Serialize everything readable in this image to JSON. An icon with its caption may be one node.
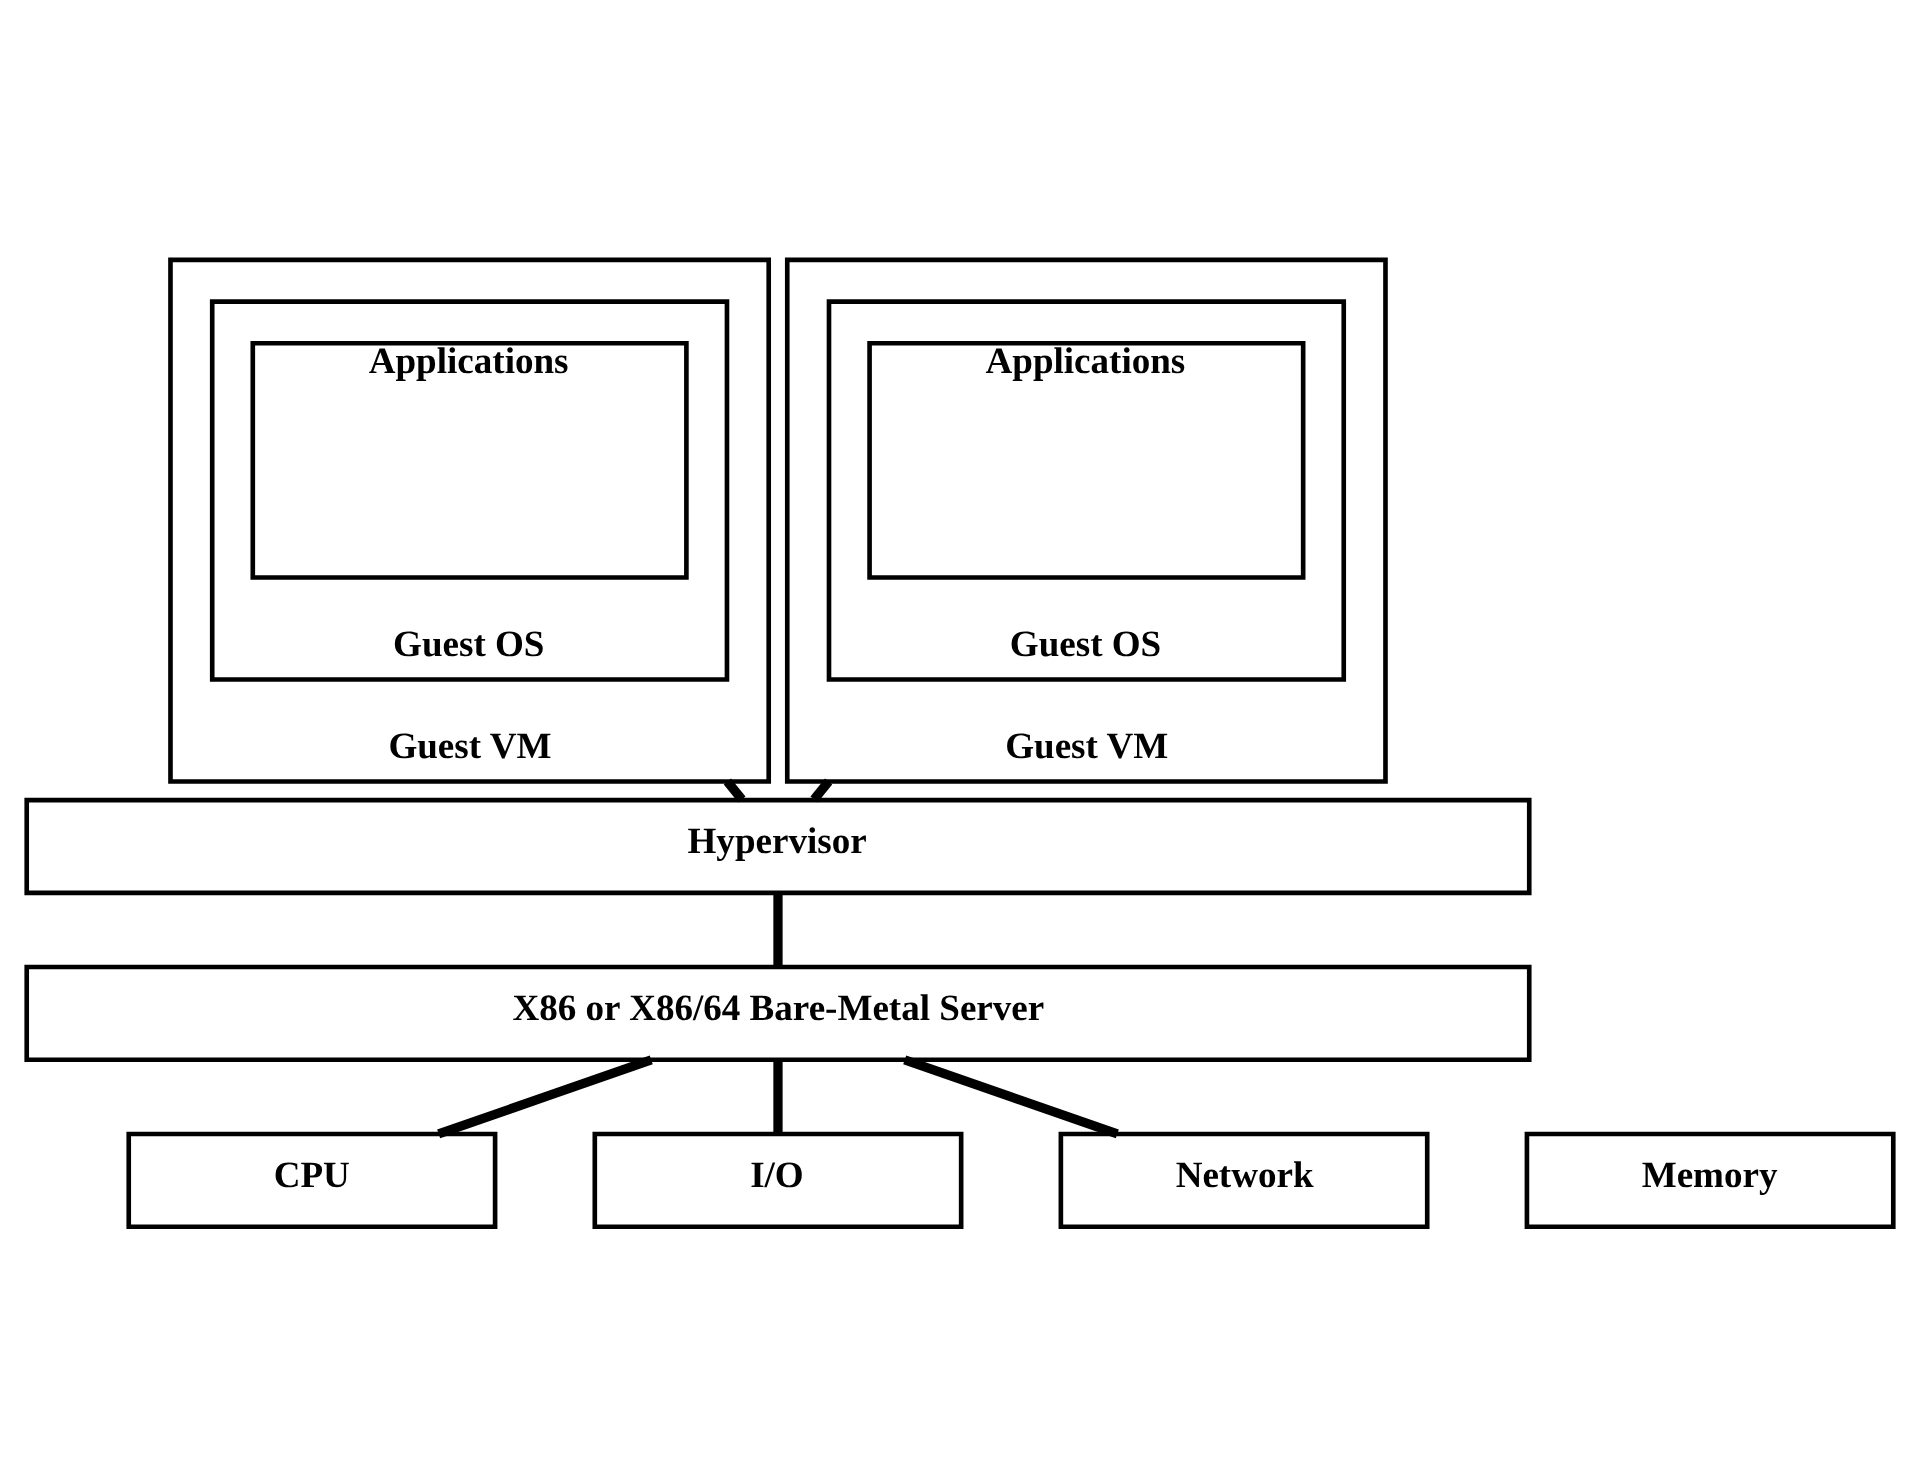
{
  "diagram": {
    "nodes": [
      {
        "text": [
          "Guest VM"
        ]
      },
      {
        "text": [
          "Guest OS"
        ],
        "in": 0
      },
      {
        "text": [
          "Applications"
        ],
        "in": 1
      },
      {
        "text": [
          "Guest VM"
        ]
      },
      {
        "text": [
          "Guest OS"
        ],
        "in": 3
      },
      {
        "text": [
          "Applications"
        ],
        "in": 4
      },
      {
        "text": [
          "Hypervisor"
        ]
      },
      {
        "text": [
          "X86 or X86/64 Bare-Metal Server"
        ]
      },
      {
        "text": [
          "CPU"
        ]
      },
      {
        "text": [
          "Memory"
        ]
      },
      {
        "text": [
          "I/O"
        ]
      },
      {
        "text": [
          "Network"
        ]
      }
    ],
    "edges": [
      {
        "from": 0,
        "to": 6,
        "arrow": "none"
      },
      {
        "from": 3,
        "to": 6,
        "arrow": "none"
      },
      {
        "from": 6,
        "to": 7,
        "arrow": "none"
      },
      {
        "from": 7,
        "to": 8,
        "arrow": "none"
      },
      {
        "from": 7,
        "to": 10,
        "arrow": "none"
      },
      {
        "from": 7,
        "to": 11,
        "arrow": "none"
      }
    ]
  }
}
